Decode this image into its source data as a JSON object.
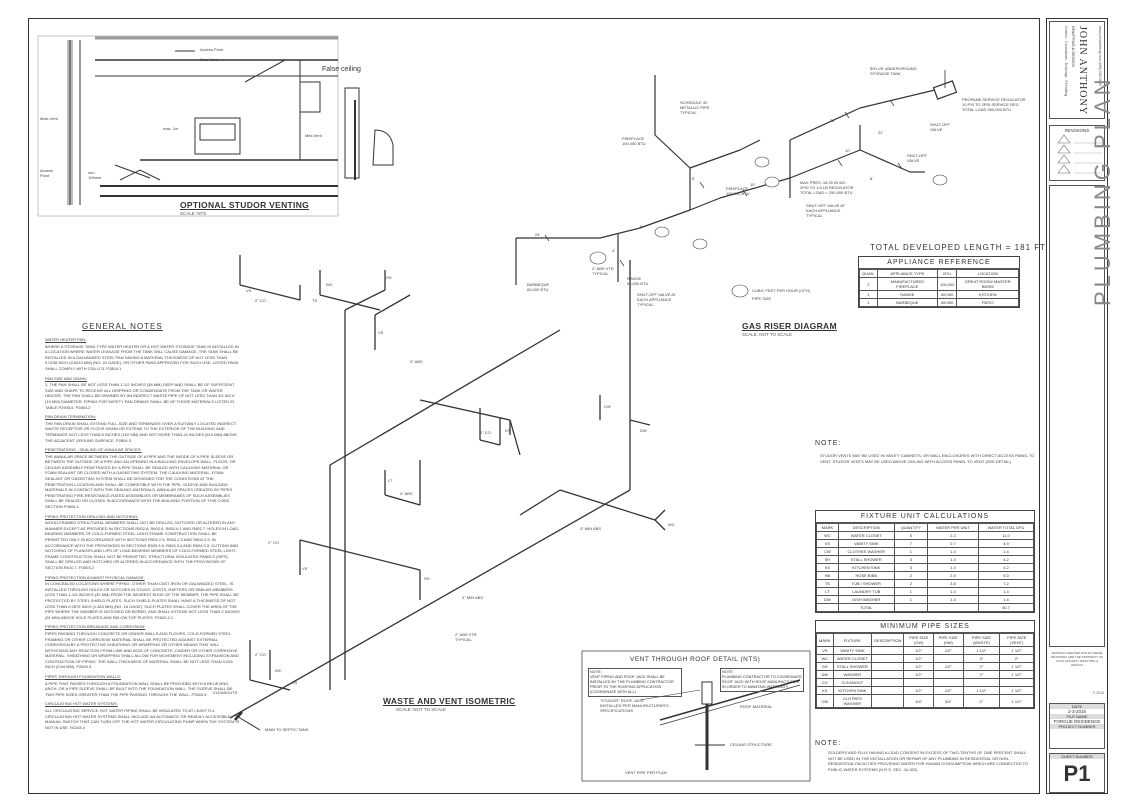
{
  "studor": {
    "title": "OPTIONAL STUDOR VENTING",
    "scale": "SCALE: NTS",
    "labels": {
      "access_point_top": "Access Point",
      "maxi_vent_top": "Maxi-Vent",
      "false_ceiling": "False ceiling",
      "maxi_vent_left": "Maxi-Vent",
      "max_1m": "max. 1m",
      "mini_vent": "Mini-Vent",
      "access_point_left": "Access\nPoint",
      "min_100mm": "min.\n100mm"
    }
  },
  "general_notes": {
    "title": "GENERAL NOTES",
    "sections": [
      {
        "heading": "WATER HEATER PAN:",
        "body": "WHERE A STORAGE TANK-TYPE WATER HEATER OR A HOT WATER STORAGE TANK IS INSTALLED IN A LOCATION WHERE WATER LEAKAGE FROM THE TANK WILL CAUSE DAMAGE, THE TANK SHALL BE INSTALLED IN A GALVANIZED STEEL PAN HAVING A MATERIAL THICKNESS OF NOT LESS THAN 0.0236 INCH (0.6010 MM) (NO. 24 GAGE), OR OTHER PANS APPROVED FOR SUCH USE. LISTED PANS SHALL COMPLY WITH CSA LC3. P2804.1"
      },
      {
        "heading": "PAN SIZE AND DRAIN:",
        "body": "1. THE PAN SHALL BE NOT LESS THAN 1-1/2 INCHES (38 MM) DEEP AND SHALL BE OF SUFFICIENT SIZE AND SHAPE TO RECEIVE ALL DRIPPING OR CONDENSATE FROM THE TANK OR WATER HEATER. THE PAN SHALL BE DRAINED BY AN INDIRECT WASTE PIPE OF NOT LESS THAN 3/4 INCH (19 MM) DIAMETER. PIPING FOR SAFETY PAN DRAINS SHALL BE OF THOSE MATERIALS LISTED IN TABLE P2905.5. P2804.2"
      },
      {
        "heading": "PAN DRAIN TERMINATION:",
        "body": "THE PAN DRAIN SHALL EXTEND FULL-SIZE AND TERMINATE OVER A SUITABLY LOCATED INDIRECT WASTE RECEPTOR OR FLOOR DRAIN OR EXTEND TO THE EXTERIOR OF THE BUILDING AND TERMINATE NOT LESS THAN 6 INCHES (152 MM) AND NOT MORE THAN 24 INCHES (610 MM) ABOVE THE ADJACENT GROUND SURFACE. P2804.3"
      },
      {
        "heading": "PENETRATIONS - SEALING OF ANNULAR SPACES:",
        "body": "THE ANNULAR SPACE BETWEEN THE OUTSIDE OF A PIPE AND THE INSIDE OF A PIPE SLEEVE OR BETWEEN THE OUTSIDE OF A PIPE AND AN OPENING IN A BUILDING ENVELOPE WALL, FLOOR, OR CEILING ASSEMBLY PENETRATED BY A PIPE SHALL BE SEALED WITH CAULKING MATERIAL OR FOAM SEALANT OR CLOSED WITH A GASKETING SYSTEM. THE CAULKING MATERIAL, FOAM SEALANT OR GASKETING SYSTEM SHALL BE DESIGNED FOR THE CONDITIONS AT THE PENETRATION LOCATION AND SHALL BE COMPATIBLE WITH THE PIPE, SLEEVE AND BUILDING MATERIALS IN CONTACT WITH THE SEALING MATERIALS. ANNULAR SPACES CREATED BY PIPES PENETRATING FIRE-RESISTANCE-RATED ASSEMBLIES OR MEMBRANES OF SUCH ASSEMBLIES SHALL BE SEALED OR CLOSED IN ACCORDANCE WITH THE BUILDING PORTION OF THIS CODE. SECTION P2606.1"
      },
      {
        "heading": "PIPING PROTECTION DRILLING AND NOTCHING:",
        "body": "WOOD-FRAMED STRUCTURAL MEMBERS SHALL NOT BE DRILLED, NOTCHED OR ALTERED IN ANY MANNER EXCEPT AS PROVIDED IN SECTIONS R502.8, R602.6, R602.6.1 AND R802.7. HOLES IN LOAD-BEARING MEMBERS OF COLD-FORMED STEEL LIGHT-FRAME CONSTRUCTION SHALL BE PERMITTED ONLY IN ACCORDANCE WITH SECTIONS R505.2.5, R603.2.5 AND R804.2.5. IN ACCORDANCE WITH THE PROVISIONS IN SECTIONS R505.3.5, R603.3.4 AND R804.3.3, CUTTING AND NOTCHING OF FLANGES AND LIPS OF LOAD-BEARING MEMBERS OF COLD-FORMED STEEL LIGHT-FRAME CONSTRUCTION SHALL NOT BE PERMITTED. STRUCTURAL INSULATED PANELS (SIPS) SHALL BE DRILLED AND NOTCHED OR ALTERED IN ACCORDANCE WITH THE PROVISIONS OF SECTION R610.7. P2603.2"
      },
      {
        "heading": "PIPING PROTECTION AGAINST PHYSICAL DAMAGE:",
        "body": "IN CONCEALED LOCATIONS WHERE PIPING, OTHER THAN CAST-IRON OR GALVANIZED STEEL, IS INSTALLED THROUGH HOLES OR NOTCHES IN STUDS, JOISTS, RAFTERS OR SIMILAR MEMBERS LESS THAN 1-1/4 INCHES (32 MM) FROM THE NEAREST EDGE OF THE MEMBER, THE PIPE SHALL BE PROTECTED BY STEEL SHIELD PLATES. SUCH SHIELD PLATES SHALL HAVE A THICKNESS OF NOT LESS THAN 0.0575 INCH (1.463 MM) (NO. 16 GAGE). SUCH PLATES SHALL COVER THE AREA OF THE PIPE WHERE THE MEMBER IS NOTCHED OR BORED, AND SHALL EXTEND NOT LESS THAN 2 INCHES (51 MM) ABOVE SOLE PLATES AND BELOW TOP PLATES. P2603.2.1"
      },
      {
        "heading": "PIPING PROTECTION BREAKAGE AND CORROSION:",
        "body": "PIPES PASSING THROUGH CONCRETE OR CINDER WALLS AND FLOORS, COLD-FORMED STEEL FRAMING OR OTHER CORROSIVE MATERIAL SHALL BE PROTECTED AGAINST EXTERNAL CORROSION BY A PROTECTIVE SHEATHING OR WRAPPING OR OTHER MEANS THAT WILL WITHSTAND ANY REACTION FROM LIME AND ACID OF CONCRETE, CINDER OR OTHER CORROSIVE MATERIAL. SHEATHING OR WRAPPING SHALL ALLOW FOR MOVEMENT INCLUDING EXPANSION AND CONTRACTION OF PIPING. THE WALL THICKNESS OF MATERIAL SHALL BE NOT LESS THAN 0.025 INCH (0.64 MM). P2603.3"
      },
      {
        "heading": "PIPES THROUGH FOUNDATION WALLS:",
        "body": "A PIPE THAT PASSES THROUGH A FOUNDATION WALL SHALL BE PROVIDED WITH A RELIEVING ARCH, OR A PIPE SLEEVE SHALL BE BUILT INTO THE FOUNDATION WALL. THE SLEEVE SHALL BE TWO PIPE SIZES GREATER THAN THE PIPE PASSING THROUGH THE WALL. P2603.5"
      },
      {
        "heading": "CIRCULATING HOT WATER SYSTEMS:",
        "body": "ALL CIRCULATING SERVICE HOT WATER PIPING SHALL BE INSULATED TO AT LEAST R-2. CIRCULATING HOT WATER SYSTEMS SHALL INCLUDE AN AUTOMATIC OR READILY ACCESSIBLE MANUAL SWITCH THAT CAN TURN OFF THE HOT WATER CIRCULATING PUMP WHEN THE SYSTEM IS NOT IN USE. N1103.4"
      }
    ]
  },
  "gas": {
    "title": "GAS RISER DIAGRAM",
    "scale": "SCALE: NOT TO SCALE",
    "total_length": "TOTAL DEVELOPED LENGTH = 181 FT.",
    "labels": {
      "tank": "500 US UNDERGROUND\nSTORAGE TANK",
      "regulator": "PROPANE SERVICE REGULATOR\n10 PSI TO 2PSI SERVICE REG.\nTOTAL LOAD 300,000 BTU",
      "schedule": "SCHEDULE 40\nMETALLIC PIPE\nTYPICAL",
      "fireplace1": "FIREPLACE\n100,000 BTU",
      "fireplace2": "FIREPLACE\n100,000 BTU",
      "shutoff1": "SHUT-OFF\nVALVE",
      "shutoff2": "SHUT-OFF\nVALVE",
      "max_pres": "MAX PRES. 18.25 IN WC\n2PSI TO 1/4 LB REGULATOR\nTOTAL LOAD = 250,000 BTU",
      "shutoff_each1": "SHUT-OFF VALVE AT\nEACH APPLIANCE\nTYPICAL",
      "range": "RANGE\n65,000 BTU",
      "shutoff_each2": "SHUT-OFF VALVE AT\nEACH APPLIANCE\nTYPICAL",
      "barbeque": "BARBEQUE\n65,000 BTU",
      "legend_cfh": "CUBIC FEET PER HOUR (CFH)",
      "legend_pipe": "PIPE SIZE"
    },
    "segments": [
      "24'",
      "4'",
      "6'",
      "5'",
      "10'",
      "22'",
      "22'",
      "10'",
      "8'"
    ]
  },
  "appliance_ref": {
    "title": "APPLIANCE REFERENCE",
    "headers": [
      "QUAN.",
      "APPLIANCE TYPE",
      "BTU",
      "LOCATION"
    ],
    "rows": [
      [
        "2",
        "MANUFACTURED FIREPLACE",
        "100,000",
        "GREAT ROOM/ MASTER BDRM"
      ],
      [
        "1",
        "RANGE",
        "65,000",
        "KITCHEN"
      ],
      [
        "1",
        "BARBEQUE",
        "65,000",
        "PATIO"
      ]
    ]
  },
  "right_note": {
    "title": "NOTE:",
    "body": "STUDOR VENTS MAY BE USED IN VANITY CABINETS, OR WALL ENCLOSURES WITH DIRECT ACCESS PANEL TO VENT. STUDOR VENTS MAY BE USED ABOVE CEILING WITH ACCESS PANEL TO VENT (SEE DETAIL)"
  },
  "fixture_units": {
    "title": "FIXTURE UNIT CALCULATIONS",
    "headers": [
      "MARK",
      "DESCRIPTION",
      "QUANTITY",
      "WATER PER UNIT",
      "WATER TOTAL DFU"
    ],
    "rows": [
      [
        "WC",
        "WATER CLOSET",
        "5",
        "2.2",
        "11.0"
      ],
      [
        "VS",
        "VANITY SINK",
        "7",
        "0.7",
        "4.9"
      ],
      [
        "CW",
        "CLOTHES WASHER",
        "1",
        "1.4",
        "1.4"
      ],
      [
        "SH",
        "STALL SHOWER",
        "3",
        "1.4",
        "4.2"
      ],
      [
        "KS",
        "KITCHEN SINK",
        "3",
        "1.4",
        "4.2"
      ],
      [
        "HB",
        "HOSE BIBB",
        "2",
        "2.5",
        "5.0"
      ],
      [
        "TS",
        "TUB / SHOWER",
        "2",
        "3.6",
        "7.2"
      ],
      [
        "LT",
        "LAUNDRY TUB",
        "1",
        "1.4",
        "1.4"
      ],
      [
        "DW",
        "DISH WASHER",
        "1",
        "1.4",
        "1.4"
      ],
      [
        "",
        "TOTAL",
        "",
        "",
        "40.7"
      ]
    ]
  },
  "pipe_sizes": {
    "title": "MINIMUM PIPE SIZES",
    "headers": [
      "MARK",
      "FIXTURE",
      "DESCRIPTION",
      "PIPE SIZE (CW)",
      "PIPE SIZE (HW)",
      "PIPE SIZE (WASTE)",
      "PIPE SIZE (VENT)"
    ],
    "rows": [
      [
        "VS",
        "VANITY SINK",
        "",
        "1/2\"",
        "1/2\"",
        "1 1/2\"",
        "1 1/2\""
      ],
      [
        "WC",
        "WATER CLOSET",
        "",
        "1/2\"",
        "",
        "3\"",
        "2\""
      ],
      [
        "SH",
        "STALL SHOWER",
        "",
        "1/2\"",
        "1/2\"",
        "2\"",
        "1 1/2\""
      ],
      [
        "DW",
        "WASHER",
        "",
        "1/2\"",
        "",
        "2\"",
        "1 1/2\""
      ],
      [
        "CO",
        "CLEANOUT",
        "",
        "",
        "",
        "",
        ""
      ],
      [
        "KS",
        "KITCHEN SINK",
        "",
        "1/2\"",
        "1/2\"",
        "1 1/2\"",
        "1 1/2\""
      ],
      [
        "CW",
        "CLOTHES WASHER",
        "",
        "3/4\"",
        "3/4\"",
        "2\"",
        "1 1/2\""
      ]
    ]
  },
  "bottom_note": {
    "title": "NOTE:",
    "body": "SOLDERS AND FLUX HAVING A LEAD CONTENT IN EXCESS OF TWO-TENTHS OF ONE PERCENT SHALL NOT BE USED IN THE INSTALLATION OR REPAIR OF ANY PLUMBING IN RESIDENTIAL OR NON-RESIDENTIAL FACILITIES PROVIDING WATER FOR HUMAN CONSUMPTION WHICH ARE CONNECTED TO PUBLIC WATER SYSTEMS (H.R.S. SEC. 44-302)"
  },
  "vent_detail": {
    "title": "VENT THROUGH ROOF DETAIL (NTS)",
    "note1": "NOTE:\nVENT PIPING AND ROOF JACK SHALL BE INSTALLED BY THE PLUMBING CONTRACTOR PRIOR TO THE ROOFING APPLICATION (COORDINATE WITH ALL)",
    "note2": "NOTE:\nPLUMBING CONTRACTOR TO COORDINATE ROOF JACK WITH ROOF MANUFACTURER IN ORDER TO MAINTAIN WARRANTY",
    "roof_jack": "\"STUDOR\" ROOF JACK\nINSTALLED PER MANUFACTURER'S\nSPECIFICATIONS",
    "roof_material": "ROOF MATERIAL",
    "ceiling": "CEILING STRUCTURE",
    "vent_pipe": "VENT PIPE PER PLAN"
  },
  "waste_vent": {
    "title": "WASTE AND VENT ISOMETRIC",
    "scale": "SCALE: NOT TO SCALE",
    "labels": {
      "main_septic": "MAIN TO SEPTIC TANK",
      "cleanouts": "CLEANOUTS",
      "vtr_typ1": "2\" ABS VTR\nTYPICAL",
      "vtr_typ2": "2\" ABS VTR\nTYPICAL",
      "abs3_a": "3\" ABS",
      "abs3_b": "3\" ABS",
      "abs3_c": "3\" MIN ABS",
      "abs3_d": "3\" MIN ABS",
      "co": "2\" CO"
    },
    "fixture_marks": [
      "VS",
      "TS",
      "WC",
      "VS",
      "SH",
      "KS",
      "CW",
      "WC",
      "DW",
      "VS",
      "SH",
      "LT",
      "WC",
      "VS"
    ]
  },
  "title_block": {
    "firm": "JOHN ANTHONY",
    "firm_sub": "DRAFTING & DESIGN",
    "services": "Custom · Consultants · Drawings · Permitting",
    "contact": "www.johnanthony.com  (000) 000-0000",
    "revisions": "REVISIONS",
    "sheet_title": "PLUMBING PLAN",
    "copyright": "DESIGNS CREATED WITHIN THESE DRAWINGS ARE THE PROPERTY OF JOHN ANTHONY DRAFTING & DESIGN",
    "year": "© 2014",
    "date_label": "DATE",
    "date": "2-3-2015",
    "file_name": "FILE NAME",
    "project": "FORGUE RESIDENCE",
    "project_number": "PROJECT NUMBER",
    "sheet_number_label": "SHEET NUMBER",
    "sheet_number": "P1"
  }
}
